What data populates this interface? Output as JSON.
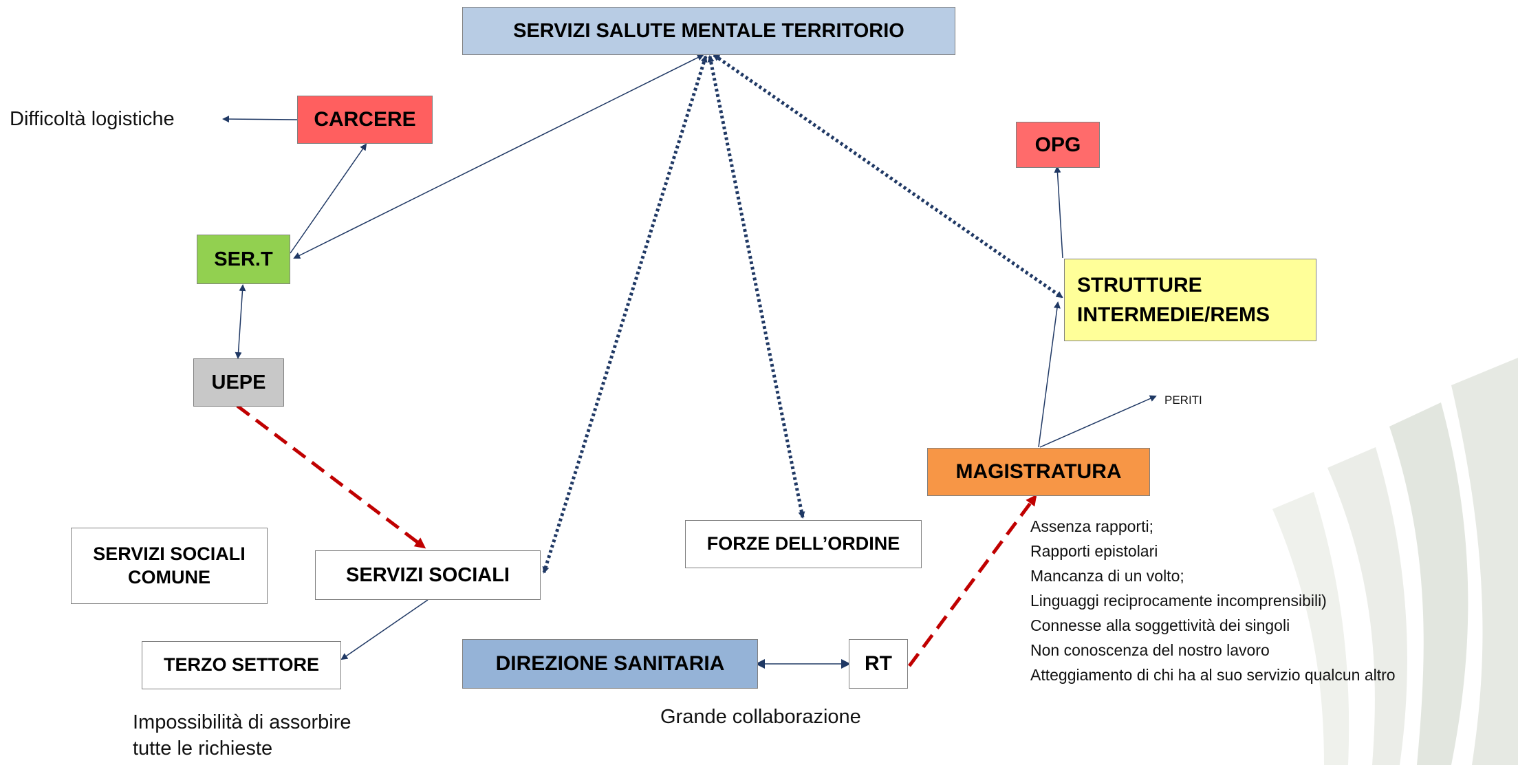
{
  "nodes": {
    "servizi_salute_mentale": {
      "label": "SERVIZI SALUTE MENTALE TERRITORIO",
      "color": "#b8cce4"
    },
    "carcere": {
      "label": "CARCERE",
      "color": "#ff5f5f"
    },
    "opg": {
      "label": "OPG",
      "color": "#ff6b6b"
    },
    "sert": {
      "label": "SER.T",
      "color": "#92d050"
    },
    "strutture_intermedie": {
      "label": "STRUTTURE\nINTERMEDIE/REMS",
      "color": "#ffff99"
    },
    "uepe": {
      "label": "UEPE",
      "color": "#c8c8c8"
    },
    "magistratura": {
      "label": "MAGISTRATURA",
      "color": "#f79646"
    },
    "servizi_sociali_comune": {
      "label": "SERVIZI SOCIALI\nCOMUNE",
      "color": "#ffffff"
    },
    "servizi_sociali": {
      "label": "SERVIZI SOCIALI",
      "color": "#ffffff"
    },
    "forze_ordine": {
      "label": "FORZE DELL’ORDINE",
      "color": "#ffffff"
    },
    "terzo_settore": {
      "label": "TERZO SETTORE",
      "color": "#ffffff"
    },
    "direzione_sanitaria": {
      "label": "DIREZIONE SANITARIA",
      "color": "#95b3d7"
    },
    "rt": {
      "label": "RT",
      "color": "#ffffff"
    }
  },
  "annotations": {
    "difficolta": "Difficoltà logistiche",
    "periti": "PERITI",
    "impossibilita_1": "Impossibilità di assorbire",
    "impossibilita_2": "tutte le richieste",
    "grande_collaborazione": "Grande collaborazione",
    "magistratura_notes": [
      "Assenza rapporti;",
      "Rapporti epistolari",
      "Mancanza di un volto;",
      "Linguaggi reciprocamente incomprensibili)",
      "Connesse alla soggettività dei singoli",
      "Non conoscenza del nostro lavoro",
      "Atteggiamento di chi ha al suo servizio qualcun altro"
    ]
  },
  "edge_colors": {
    "solid": "#1f3864",
    "dotted": "#1f3864",
    "dashed": "#c00000"
  }
}
